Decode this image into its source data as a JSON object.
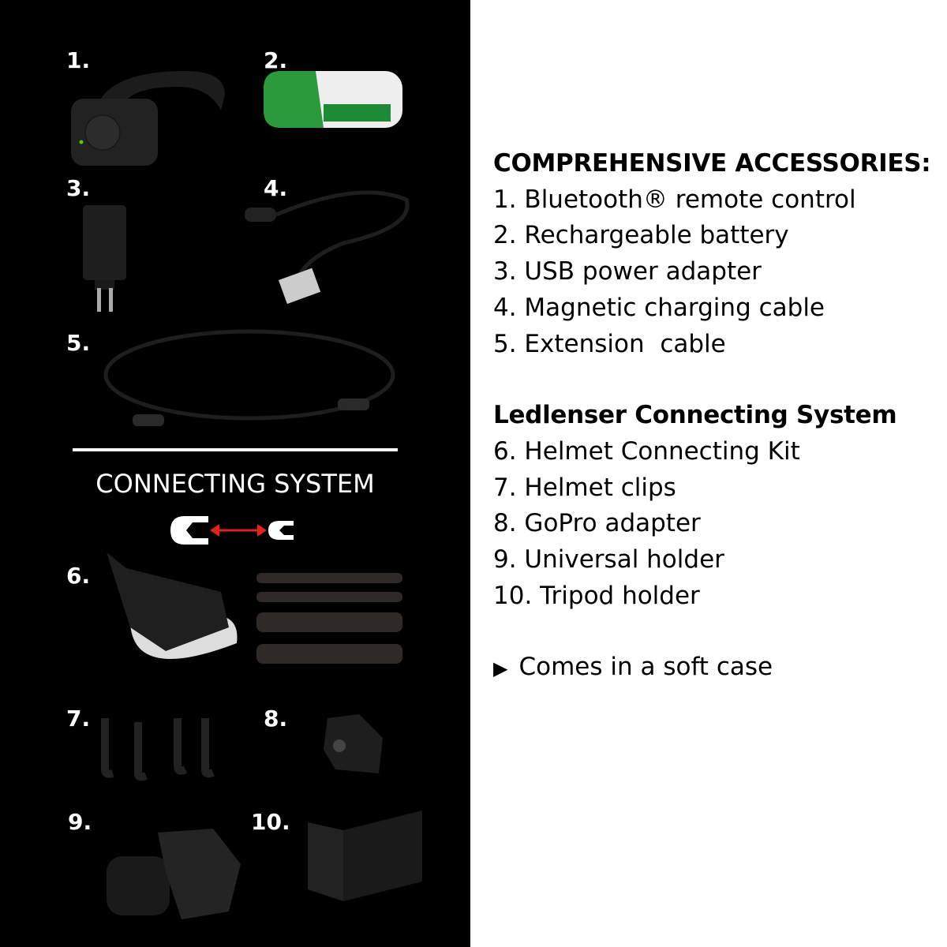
{
  "left": {
    "numbers": [
      "1.",
      "2.",
      "3.",
      "4.",
      "5.",
      "6.",
      "7.",
      "8.",
      "9.",
      "10."
    ],
    "connecting_title": "CONNECTING SYSTEM",
    "accent": "#e0241b"
  },
  "right": {
    "heading1": "COMPREHENSIVE ACCESSORIES:",
    "list1": [
      "1. Bluetooth® remote control",
      "2. Rechargeable battery",
      "3. USB power adapter",
      "4. Magnetic charging cable",
      "5. Extension  cable"
    ],
    "heading2": "Ledlenser Connecting System",
    "list2": [
      "6. Helmet Connecting Kit",
      "7. Helmet clips",
      "8. GoPro adapter",
      "9. Universal holder",
      "10. Tripod holder"
    ],
    "note": "Comes in a soft case"
  }
}
